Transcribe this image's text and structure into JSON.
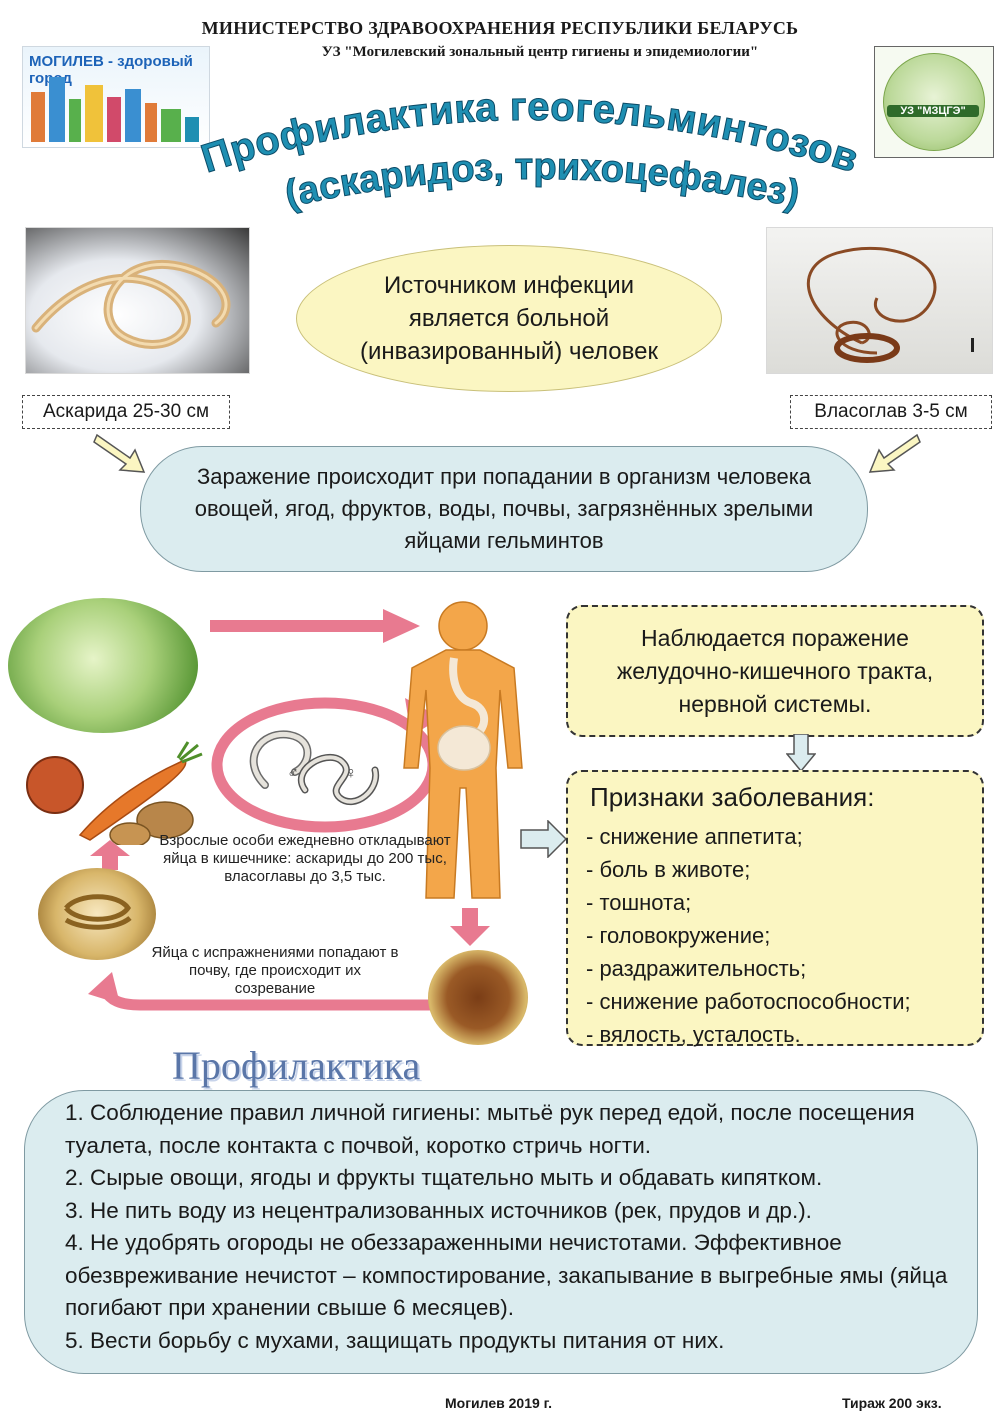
{
  "header": {
    "ministry": "МИНИСТЕРСТВО ЗДРАВООХРАНЕНИЯ РЕСПУБЛИКИ БЕЛАРУСЬ",
    "organization": "УЗ \"Могилевский зональный центр гигиены и эпидемиологии\""
  },
  "logos": {
    "left_text": "МОГИЛЕВ - здоровый город",
    "right_text": "УЗ \"МЗЦГЭ\""
  },
  "title": {
    "line1": "Профилактика геогельминтозов",
    "line2": "(аскаридоз, трихоцефалез)"
  },
  "source": {
    "text": "Источником инфекции является больной (инвазированный) человек"
  },
  "labels": {
    "ascarida": "Аскарида 25-30 см",
    "vlasoglav": "Власоглав 3-5 см"
  },
  "infection": {
    "text": "Заражение происходит при попадании в организм человека овощей, ягод, фруктов, воды, почвы, загрязнённых зрелыми яйцами гельминтов"
  },
  "lesion": {
    "text": "Наблюдается поражение желудочно-кишечного тракта, нервной системы."
  },
  "signs": {
    "title": "Признаки заболевания:",
    "items": [
      "- снижение аппетита;",
      "- боль в животе;",
      "- тошнота;",
      "- головокружение;",
      "- раздражительность;",
      "- снижение работоспособности;",
      "- вялость, усталость."
    ]
  },
  "captions": {
    "adults": "Взрослые особи ежедневно откладывают яйца в кишечнике: аскариды до 200 тыс, власоглавы до 3,5 тыс.",
    "eggs": "Яйца с испражнениями попадают в почву, где происходит их созревание"
  },
  "prophylaxis": {
    "title": "Профилактика",
    "items": [
      "1. Соблюдение правил личной гигиены: мытьё рук перед едой, после посещения туалета, после контакта с почвой, коротко стричь ногти.",
      "2. Сырые овощи, ягоды и фрукты тщательно мыть и обдавать кипятком.",
      "3. Не пить воду из нецентрализованных источников (рек, прудов и др.).",
      "4. Не удобрять огороды не обеззараженными нечистотами. Эффективное обезвреживание нечистот – компостирование, закапывание в выгребные ямы (яйца погибают при хранении свыше 6 месяцев).",
      "5. Вести борьбу с мухами, защищать продукты питания от них."
    ]
  },
  "footer": {
    "place_year": "Могилев 2019 г.",
    "circulation": "Тираж 200 экз."
  },
  "colors": {
    "accent_blue": "#1f8fb2",
    "yellow_box": "#fbf6c2",
    "blue_box": "#dbecef",
    "pink_arrow": "#e87a90",
    "title_blue": "#5a76a8"
  }
}
